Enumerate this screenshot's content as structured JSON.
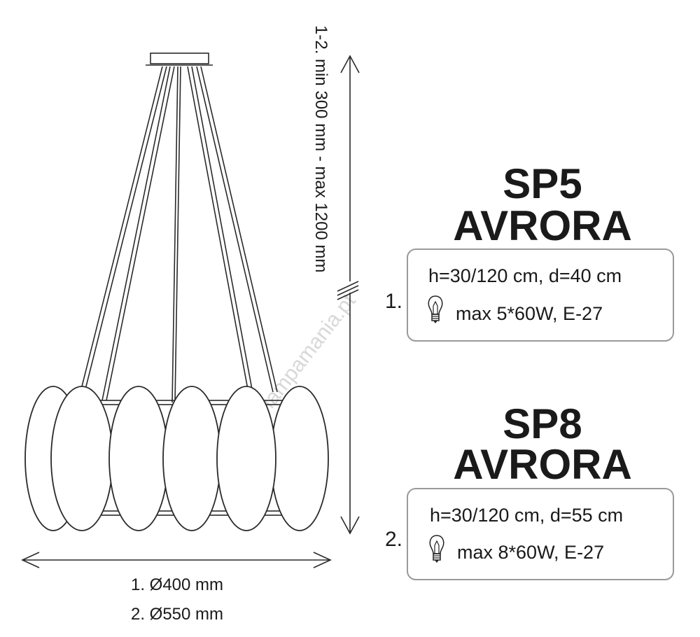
{
  "dimensions": {
    "height_range": "1-2. min 300 mm - max 1200 mm",
    "diameter_1": "1. Ø400 mm",
    "diameter_2": "2. Ø550 mm"
  },
  "products": [
    {
      "index": "1.",
      "code": "SP5",
      "name": "AVRORA",
      "size": "h=30/120 cm, d=40 cm",
      "bulb": "max 5*60W, E-27",
      "icon": "light-bulb-icon"
    },
    {
      "index": "2.",
      "code": "SP8",
      "name": "AVRORA",
      "size": "h=30/120 cm, d=55 cm",
      "bulb": "max 8*60W, E-27",
      "icon": "light-bulb-icon"
    }
  ],
  "watermark": "lampamania.pt"
}
